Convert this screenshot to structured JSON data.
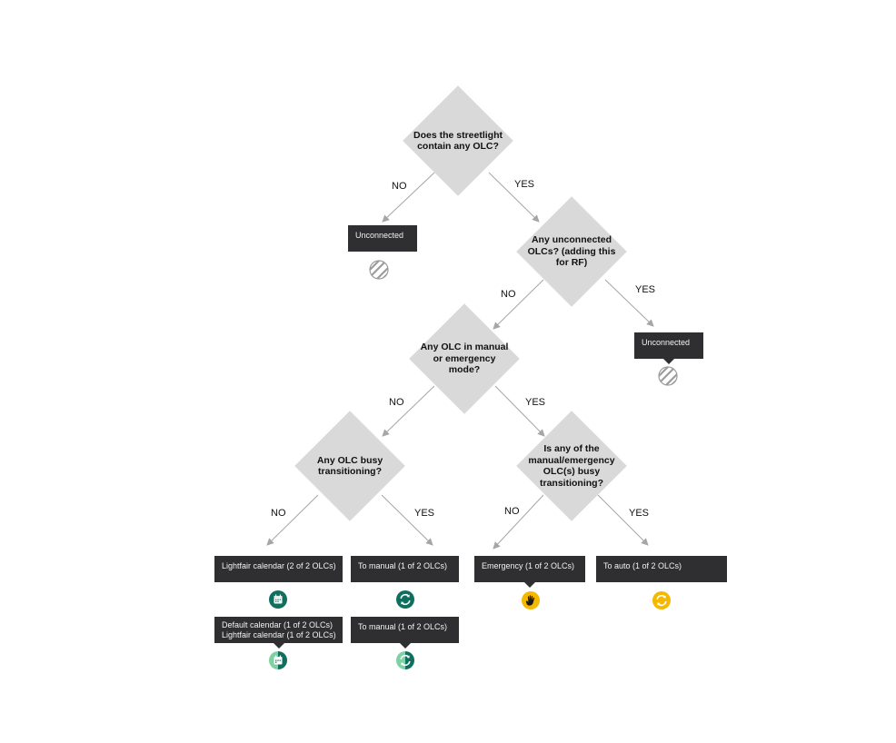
{
  "decisions": {
    "contains_olc": "Does the streetlight contain any OLC?",
    "unconnected_olcs": "Any unconnected OLCs? (adding this for RF)",
    "manual_or_emergency": "Any OLC in manual or emergency mode?",
    "busy_transitioning": "Any OLC busy transitioning?",
    "manual_emergency_busy": "Is any of the manual/emergency OLC(s) busy transitioning?"
  },
  "edge_labels": {
    "no": "NO",
    "yes": "YES"
  },
  "outcomes": {
    "unconnected_1": {
      "lines": [
        "Unconnected"
      ],
      "icon": "unconnected-striped-icon"
    },
    "unconnected_2": {
      "lines": [
        "Unconnected"
      ],
      "icon": "unconnected-striped-icon"
    },
    "lightfair_calendar": {
      "lines": [
        "Lightfair calendar (2 of 2 OLCs)"
      ],
      "icon": "calendar-icon"
    },
    "default_lightfair_calendar": {
      "lines": [
        "Default calendar (1 of 2 OLCs)",
        "Lightfair calendar (1 of 2 OLCs)"
      ],
      "icon": "calendar-mixed-icon"
    },
    "to_manual_1": {
      "lines": [
        "To manual (1 of 2 OLCs)"
      ],
      "icon": "transition-icon"
    },
    "to_manual_2": {
      "lines": [
        "To manual (1 of 2 OLCs)"
      ],
      "icon": "transition-partial-icon"
    },
    "emergency": {
      "lines": [
        "Emergency (1 of 2 OLCs)"
      ],
      "icon": "hand-icon"
    },
    "to_auto": {
      "lines": [
        "To auto (1 of 2 OLCs)"
      ],
      "icon": "auto-transition-icon"
    }
  },
  "colors": {
    "diamond_fill": "#d9d9d9",
    "tooltip_bg": "#2f2f31",
    "tooltip_text": "#f2f2f2",
    "edge": "#a6a6a6",
    "green_dark": "#0f6f5e",
    "green_light": "#7fd1a3",
    "amber": "#f5b800",
    "stripe_gray": "#9c9c9c"
  }
}
